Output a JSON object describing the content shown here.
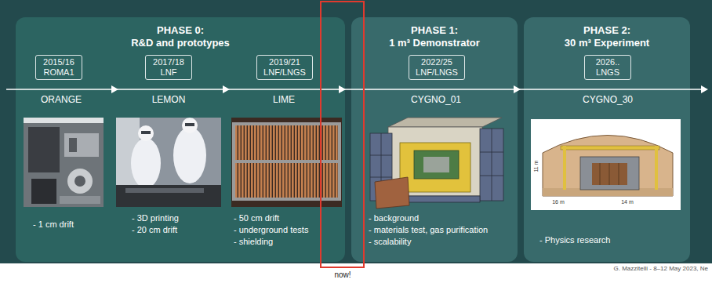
{
  "diagram": {
    "nodes": [
      {
        "text": [
          "PHASE 0:",
          "R&D and prototypes"
        ]
      },
      {
        "text": [
          "2015/16",
          "ROMA1"
        ],
        "in": 0
      },
      {
        "text": [
          "2017/18",
          "LNF"
        ],
        "in": 0
      },
      {
        "text": [
          "2019/21",
          "LNF/LNGS"
        ],
        "in": 0
      },
      {
        "text": [
          "PHASE 1:",
          "1 m³ Demonstrator"
        ]
      },
      {
        "text": [
          "2022/25",
          "LNF/LNGS"
        ],
        "in": 4
      },
      {
        "text": [
          "PHASE 2:",
          "30 m³ Experiment"
        ]
      },
      {
        "text": [
          "2026..",
          "LNGS"
        ],
        "in": 6
      }
    ],
    "labels": [
      "ORANGE",
      "LEMON",
      "LIME",
      "CYGNO_01",
      "CYGNO_30",
      "- 1 cm drift",
      "- 3D printing",
      "- 20 cm drift",
      "- 50 cm drift",
      "- underground tests",
      "- shielding",
      "- background",
      "- materials test, gas purification",
      "- scalability",
      "- Physics research",
      "11 m",
      "16 m",
      "14 m",
      "now!",
      "G. Mazzitelli - 8–12 May 2023, Ne"
    ]
  }
}
